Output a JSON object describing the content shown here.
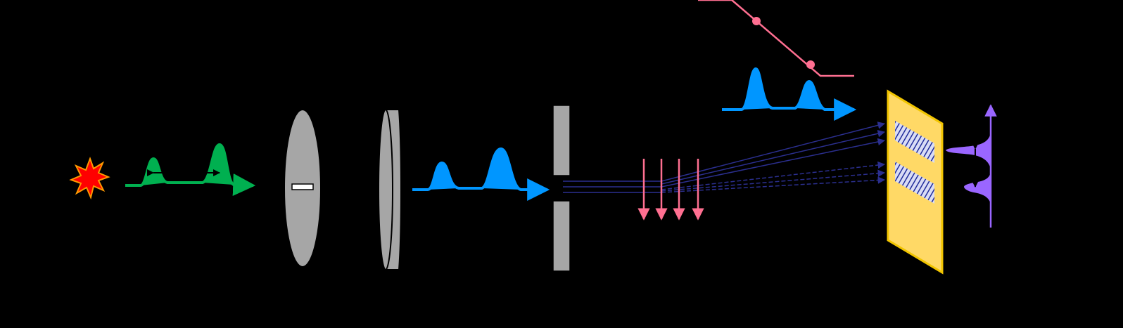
{
  "diagram": {
    "background": "#000000",
    "colors": {
      "source_fill": "#ff0000",
      "source_stroke": "#ff9900",
      "pulse_green": "#00b050",
      "pulse_blue": "#0096ff",
      "optic_gray": "#a6a6a6",
      "pink": "#ff6f91",
      "navy": "#2b2f8f",
      "screen_fill": "#ffd966",
      "screen_stroke": "#f2c500",
      "profile_purple": "#9a66ff",
      "aperture_fill": "#1f2b9a"
    },
    "components": [
      {
        "name": "light-source",
        "icon": "starburst-icon"
      },
      {
        "name": "green-pulse-pair",
        "icon": "double-pulse-icon"
      },
      {
        "name": "slit-lens",
        "icon": "lens-icon"
      },
      {
        "name": "wave-plate",
        "icon": "disk-icon"
      },
      {
        "name": "blue-pulse-pair",
        "icon": "double-pulse-icon"
      },
      {
        "name": "gap-plate",
        "icon": "slit-icon"
      },
      {
        "name": "pink-probe-arrows",
        "icon": "arrow-down-icon"
      },
      {
        "name": "detector-screen",
        "icon": "double-slit-icon"
      },
      {
        "name": "intensity-profile",
        "icon": "profile-icon"
      }
    ]
  }
}
